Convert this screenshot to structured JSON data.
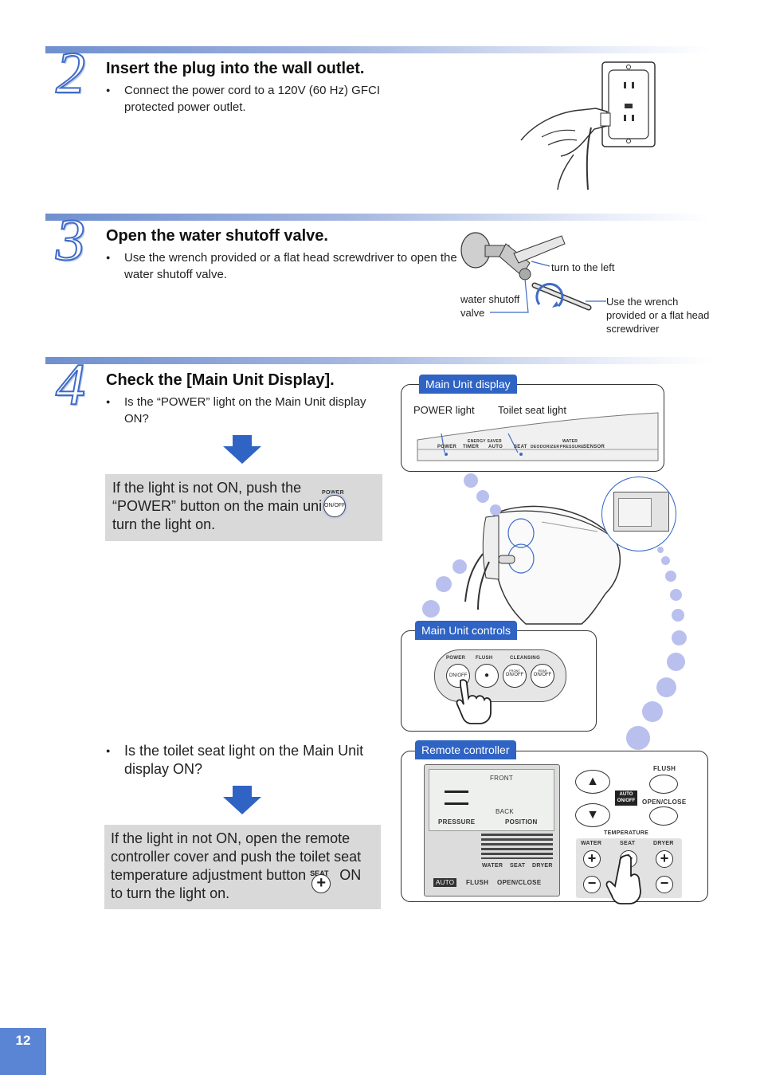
{
  "step2": {
    "number": "2",
    "heading": "Insert the plug into the wall outlet.",
    "bullet": "Connect the power cord to a 120V (60 Hz) GFCI protected power outlet."
  },
  "step3": {
    "number": "3",
    "heading": "Open the water shutoff valve.",
    "bullet": "Use the wrench provided or a flat head screwdriver to open the water shutoff valve.",
    "label_turn": "turn to the left",
    "label_valve": "water shutoff valve",
    "label_wrench": "Use the wrench provided or a flat head screwdriver"
  },
  "step4": {
    "number": "4",
    "heading": "Check the [Main Unit Display].",
    "bullet1": "Is the “POWER” light on the Main Unit display ON?",
    "note1": "If the light is not ON, push the “POWER” button on the main unit to turn the light on.",
    "note1_button_top": "POWER",
    "note1_button": "ON/OFF",
    "bullet2": "Is the toilet seat light on the Main Unit display ON?",
    "note2_before": "If the light in not ON, open the remote controller cover and push the toilet seat temperature adjustment button",
    "note2_seat": "SEAT",
    "note2_after": "ON to turn the light on."
  },
  "main_display": {
    "tag": "Main Unit display",
    "power_light_a": "POWER",
    "power_light_b": " light",
    "seat_light": "Toilet seat light",
    "labels": [
      "POWER",
      "TIMER",
      "AUTO",
      "SEAT",
      "DEODORIZER",
      "PRESSURE",
      "SENSOR"
    ],
    "energy_saver": "ENERGY SAVER",
    "water": "WATER"
  },
  "main_controls": {
    "tag": "Main Unit controls",
    "power": "POWER",
    "flush": "FLUSH",
    "cleansing": "CLEANSING",
    "onoff": "ON/OFF",
    "front": "FRONT",
    "rear": "REAR"
  },
  "remote": {
    "tag": "Remote controller",
    "front": "FRONT",
    "back": "BACK",
    "pressure": "PRESSURE",
    "position": "POSITION",
    "water": "WATER",
    "seat": "SEAT",
    "dryer": "DRYER",
    "auto": "AUTO",
    "flush": "FLUSH",
    "open_close": "OPEN/CLOSE",
    "btn_flush": "FLUSH",
    "btn_auto": "AUTO",
    "btn_auto_onoff": "ON/OFF",
    "btn_open_close": "OPEN/CLOSE",
    "temperature": "TEMPERATURE",
    "t_water": "WATER",
    "t_seat": "SEAT",
    "t_dryer": "DRYER"
  },
  "page_number": "12",
  "colors": {
    "accent": "#2f63c4",
    "band": "#6f8fcf",
    "note_bg": "#d9d9d9",
    "bubble": "#b9c0ee"
  }
}
